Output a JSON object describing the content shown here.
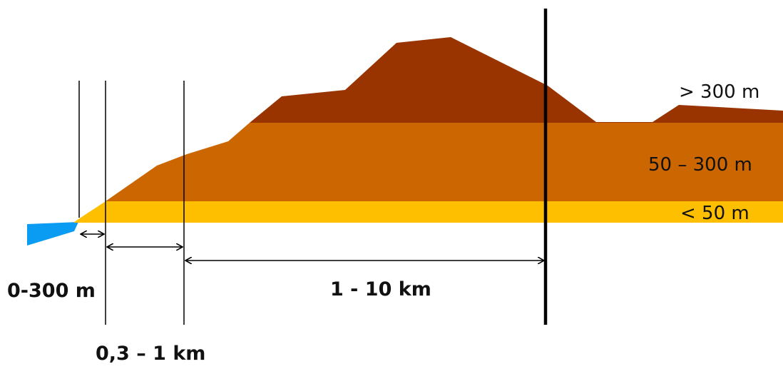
{
  "colors": {
    "water": "#0a9cf2",
    "low_land": "#fdbf00",
    "mid_land": "#cc6600",
    "high_land": "#993300",
    "line": "#000000"
  },
  "elevation_labels": {
    "high": "> 300 m",
    "mid": "50 – 300 m",
    "low": "< 50 m"
  },
  "distance_labels": {
    "zone1": "0-300 m",
    "zone2": "0,3 – 1 km",
    "zone3": "1 - 10 km"
  }
}
